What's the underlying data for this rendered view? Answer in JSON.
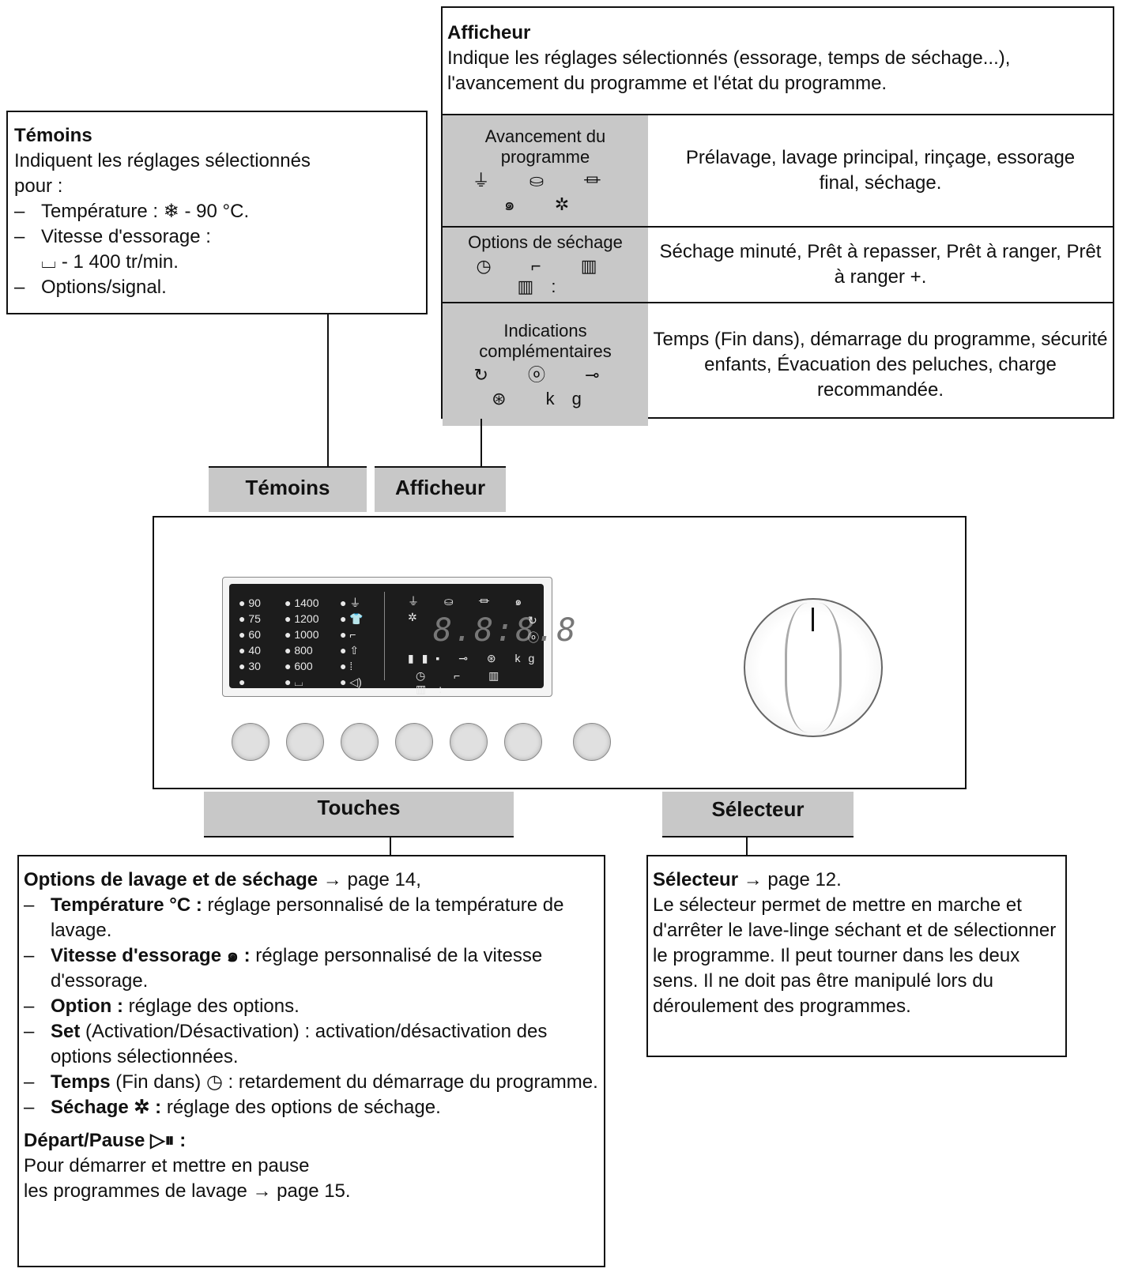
{
  "temoins_box": {
    "title": "Témoins",
    "line1": "Indiquent les réglages sélectionnés",
    "line2": "pour :",
    "items": [
      "Température : ❄ - 90 °C.",
      "Vitesse d'essorage :",
      "Options/signal."
    ],
    "spin_sub": "⌴ - 1 400 tr/min."
  },
  "afficheur_box": {
    "title": "Afficheur",
    "desc1": "Indique les réglages sélectionnés (essorage, temps de séchage...),",
    "desc2": "l'avancement du programme et l'état du programme.",
    "rows": [
      {
        "label": "Avancement du programme",
        "icons1": "⏚ ⛀ ⏛",
        "icons2": "๑ ✲",
        "text": "Prélavage, lavage principal, rinçage, essorage final, séchage."
      },
      {
        "label": "Options de séchage",
        "icons1": "◷ ⌐ ▥ ▥:",
        "icons2": "",
        "text": "Séchage minuté,  Prêt à repasser,  Prêt à ranger,  Prêt à ranger +."
      },
      {
        "label": "Indications complémentaires",
        "icons1": "↻ ⓞ ⊸",
        "icons2": "⊛ kg",
        "text": "Temps (Fin dans), démarrage du programme, sécurité enfants, Évacuation des peluches, charge recommandée."
      }
    ]
  },
  "labels": {
    "temoins": "Témoins",
    "afficheur": "Afficheur",
    "touches": "Touches",
    "selecteur": "Sélecteur"
  },
  "panel": {
    "temps": [
      "90",
      "75",
      "60",
      "40",
      "30",
      ""
    ],
    "speeds": [
      "1400",
      "1200",
      "1000",
      "800",
      "600",
      "⌴"
    ],
    "option_icons": [
      "⏚",
      "👕",
      "⌐",
      "⇧",
      "⁞",
      "◁)"
    ],
    "top_icons": "⏚ ⛀ ⏛ ๑ ✲",
    "segment": "8.8:8.8",
    "right_icons": [
      "↻",
      "ⓞ"
    ],
    "row3_icons": "▮▮▪ ⊸ ⊛ kg",
    "row4_icons": "◷ ⌐ ▥ ▥:"
  },
  "touches_box": {
    "title": "Options de lavage et de séchage",
    "title_ref": " → page 14,",
    "items": [
      {
        "b": "Température °C :",
        "t": " réglage personnalisé de la température de lavage."
      },
      {
        "b": "Vitesse d'essorage ๑ :",
        "t": " réglage personnalisé de la vitesse d'essorage."
      },
      {
        "b": "Option :",
        "t": " réglage des options."
      },
      {
        "b": "Set",
        "t": " (Activation/Désactivation) : activation/désactivation des options sélectionnées."
      },
      {
        "b": "Temps",
        "t": " (Fin dans) ◷ : retardement du démarrage du programme."
      },
      {
        "b": "Séchage ✲ :",
        "t": " réglage des options de séchage."
      }
    ],
    "start_title": "Départ/Pause ▷⏸ :",
    "start1": "Pour démarrer et mettre en pause",
    "start2": "les programmes de lavage → page 15."
  },
  "selecteur_box": {
    "title": "Sélecteur",
    "title_ref": " → page 12.",
    "text": "Le sélecteur permet de mettre en marche et d'arrêter le lave-linge séchant et de sélectionner le programme. Il peut tourner dans les deux sens. Il ne doit pas être manipulé lors du déroulement des programmes."
  }
}
